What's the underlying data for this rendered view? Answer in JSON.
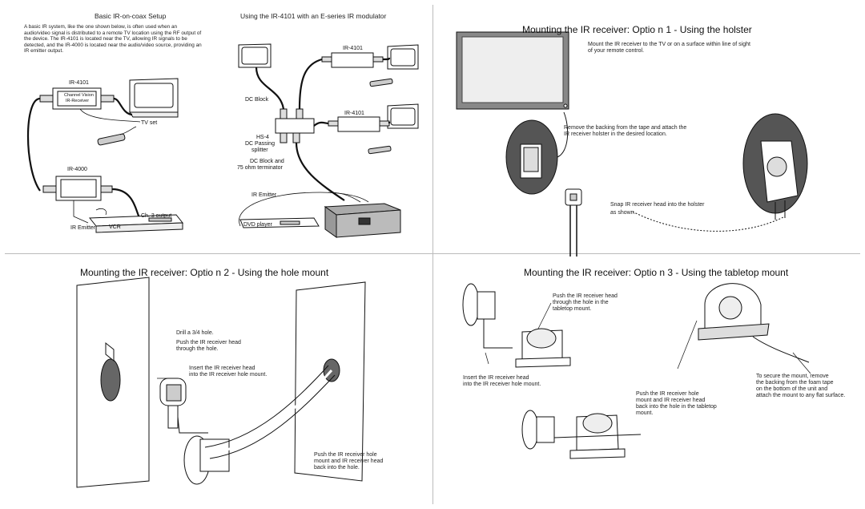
{
  "q1": {
    "title": "Basic IR-on-coax Setup",
    "paragraph": "A basic IR system, like the one shown below, is often used when an audio/video signal is distributed to a remote TV location using the RF output of the device. The IR-4101 is located near the TV, allowing IR signals to be detected, and the IR-4000 is located near the audio/video source, providing an IR emitter output.",
    "labels": {
      "ir4101": "IR-4101",
      "ir4000": "IR-4000",
      "tv_set": "TV set",
      "vcr": "VCR",
      "ch3": "Ch. 3 output",
      "ir_emitter": "IR Emitter",
      "brand": "Channel Vision",
      "device": "IR-Receiver"
    }
  },
  "q2": {
    "title": "Using the IR-4101 with an E-series IR modulator",
    "labels": {
      "ir4101_top": "IR-4101",
      "ir4101_mid": "IR-4101",
      "dc_block": "DC Block",
      "hs4_line1": "HS-4",
      "hs4_line2": "DC Passing",
      "hs4_line3": "splitter",
      "dcb_line1": "DC Block and",
      "dcb_line2": "75 ohm terminator",
      "ir_emitter": "IR Emitter",
      "dvd": "DVD player"
    }
  },
  "q3": {
    "title": "Mounting the IR receiver: Optio    n 1 - Using the holster",
    "note1_line1": "Mount the IR receiver to the TV or on a surface within line of sight",
    "note1_line2": " of your remote control.",
    "note2_line1": "Remove the backing from the tape and attach the",
    "note2_line2": "IR receiver holster in the desired location.",
    "note3_line1": "Snap IR receiver head into the holster",
    "note3_line2": "as shown."
  },
  "q4": {
    "title": "Mounting the IR receiver: Optio    n 2 - Using the hole mount",
    "note1": "Drill a 3/4  hole.",
    "note2_line1": "Push the IR receiver head",
    "note2_line2": "through the hole.",
    "note3_line1": "Insert the IR receiver head",
    "note3_line2": "into the IR receiver hole mount.",
    "note4_line1": "Push the IR receiver hole",
    "note4_line2": "mount and IR receiver head",
    "note4_line3": "back into the hole."
  },
  "q5": {
    "title": "Mounting the IR receiver: Optio    n 3 - Using the tabletop mount",
    "note1_line1": "Push the IR receiver head",
    "note1_line2": "through the hole in the",
    "note1_line3": "tabletop mount.",
    "note2_line1": "Insert the IR receiver head",
    "note2_line2": "into the IR receiver hole mount.",
    "note3_line1": "Push the IR receiver hole",
    "note3_line2": "mount and IR receiver head",
    "note3_line3": "back into the hole in the tabletop",
    "note3_line4": "mount.",
    "note4_line1": "To secure the mount, remove",
    "note4_line2": "the backing from the foam tape",
    "note4_line3": "on the bottom of the unit and",
    "note4_line4": "attach the mount to any flat surface."
  }
}
